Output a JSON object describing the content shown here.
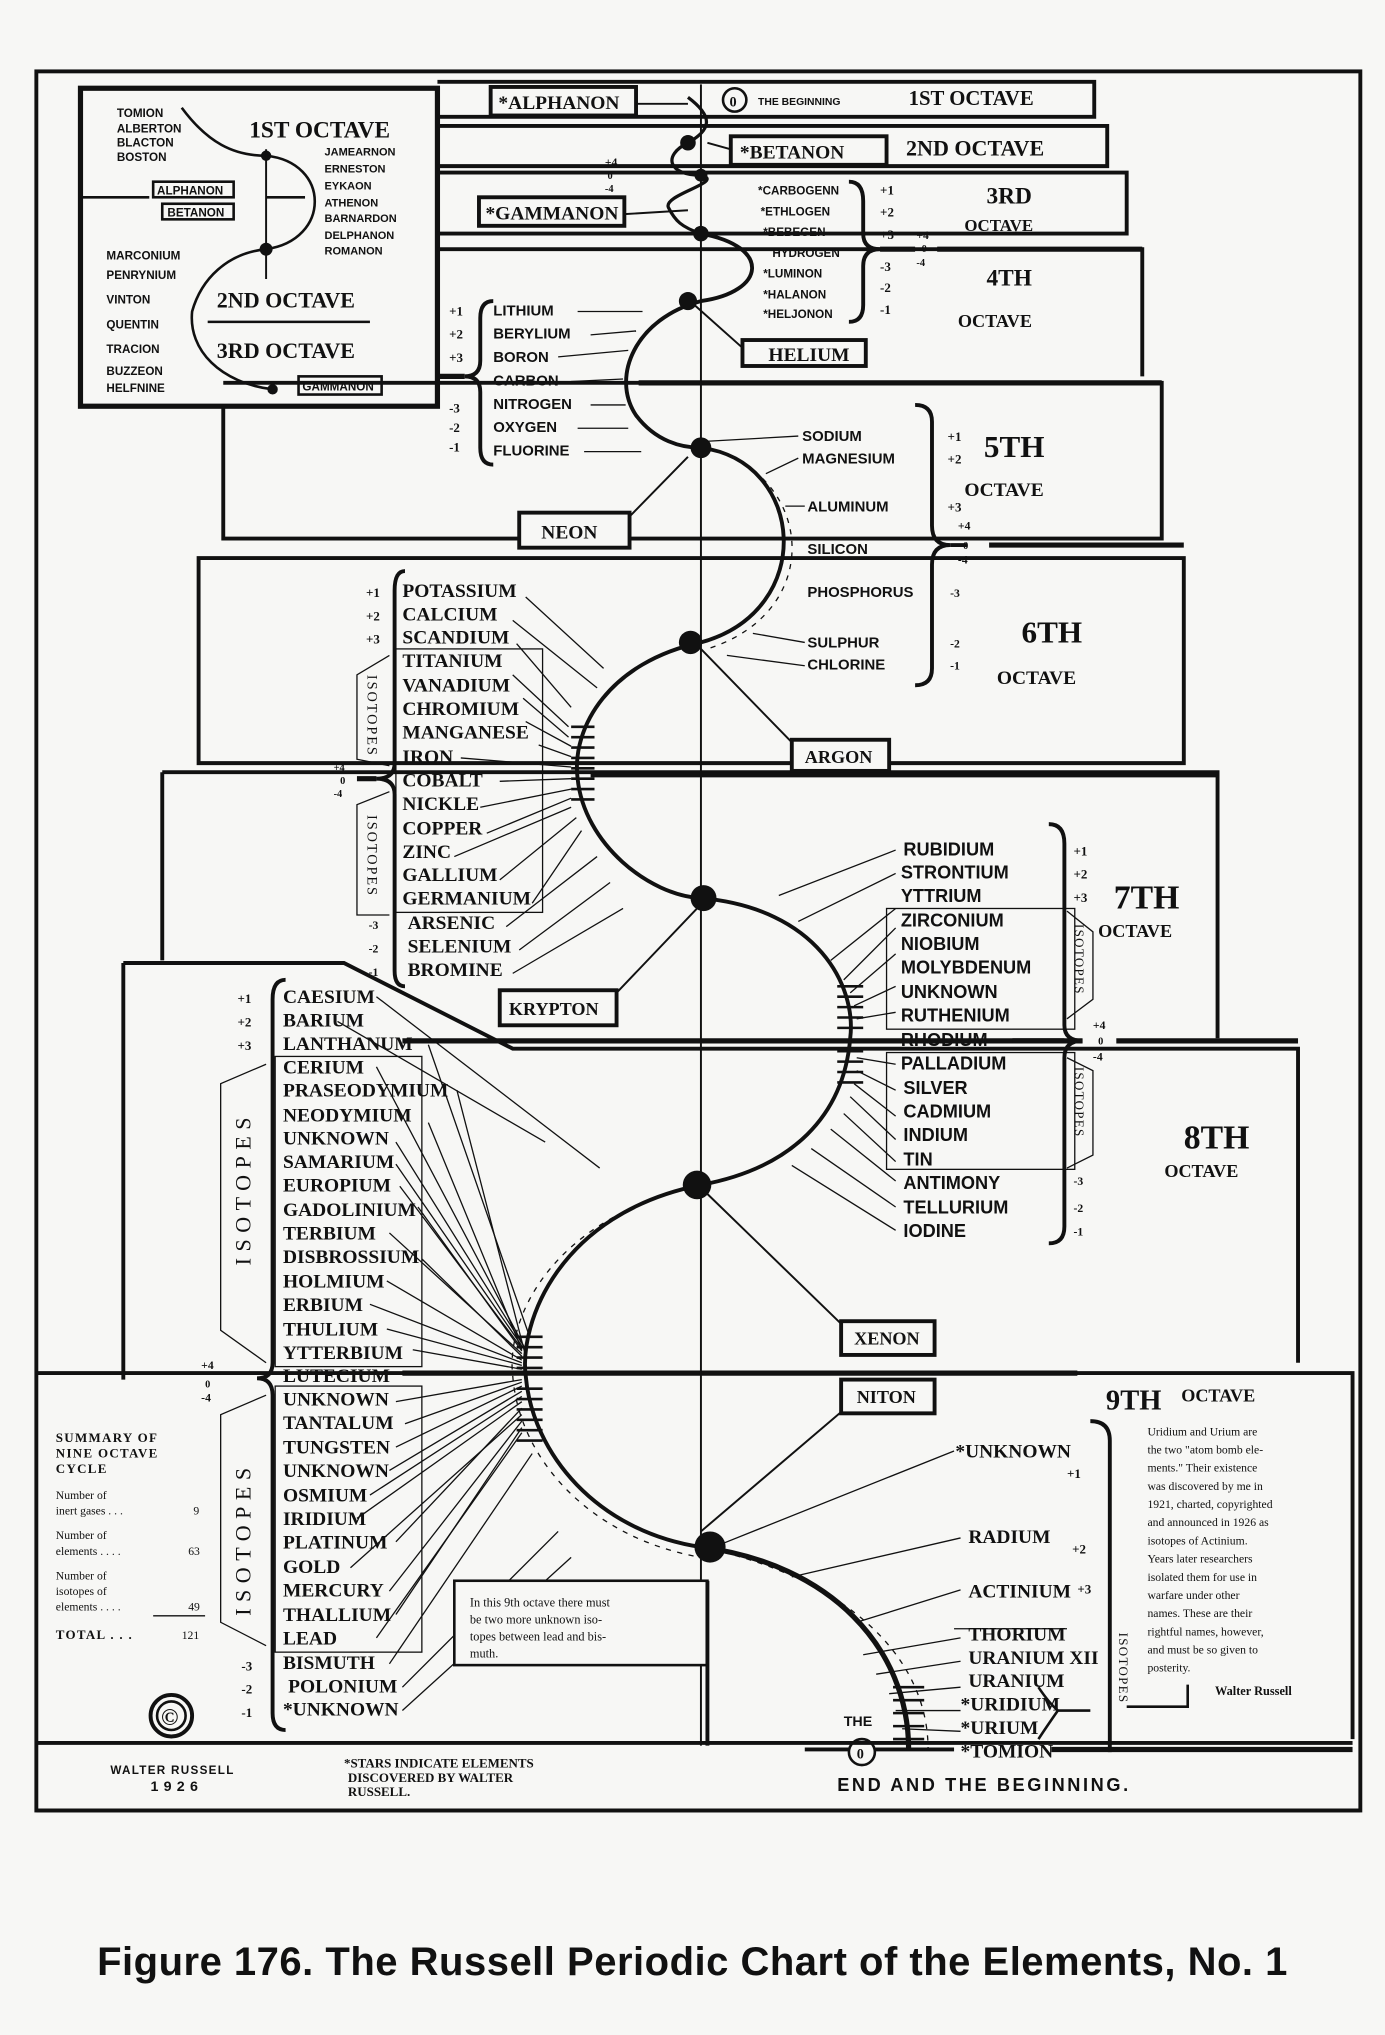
{
  "caption": "Figure 176. The Russell Periodic Chart of the Elements, No. 1",
  "colors": {
    "ink": "#111111",
    "paper": "#f7f7f5"
  },
  "inset": {
    "left_elements": [
      "TOMION",
      "ALBERTON",
      "BLACTON",
      "BOSTON"
    ],
    "boxes": [
      "ALPHANON",
      "BETANON",
      "GAMMANON"
    ],
    "right_elements": [
      "JAMEARNON",
      "ERNESTON",
      "EYKAON",
      "ATHENON",
      "BARNARDON",
      "DELPHANON",
      "ROMANON"
    ],
    "lower_elements": [
      "MARCONIUM",
      "PENRYNIUM",
      "VINTON",
      "QUENTIN",
      "TRACION",
      "BUZZEON",
      "HELFNINE"
    ],
    "octave1": "1ST OCTAVE",
    "octave2": "2ND OCTAVE",
    "octave3": "3RD OCTAVE"
  },
  "top": {
    "alphanon": "*ALPHANON",
    "betanon": "*BETANON",
    "gammanon": "*GAMMANON",
    "beginning_symbol": "0",
    "the_beginning": "THE BEGINNING",
    "oct1": "1ST OCTAVE",
    "oct2": "2ND OCTAVE",
    "oct3_num": "3RD",
    "oct3_word": "OCTAVE",
    "oct4_num": "4TH",
    "oct4_word": "OCTAVE",
    "valence_left": [
      "+4",
      "0",
      "-4"
    ],
    "oct3_elements": [
      "*CARBOGENN",
      "*ETHLOGEN",
      "*BEBEGEN",
      "HYDROGEN",
      "*LUMINON",
      "*HALANON",
      "*HELJONON"
    ],
    "oct3_valences": [
      "+1",
      "+2",
      "+3",
      "-3",
      "-2",
      "-1"
    ],
    "oct3_mid_valence": [
      "+4",
      "0",
      "-4"
    ]
  },
  "helium": "HELIUM",
  "oct4": {
    "elements": [
      "LITHIUM",
      "BERYLIUM",
      "BORON",
      "CARBON",
      "NITROGEN",
      "OXYGEN",
      "FLUORINE"
    ],
    "valences": [
      "+1",
      "+2",
      "+3",
      "-3",
      "-2",
      "-1"
    ]
  },
  "neon": "NEON",
  "oct5": {
    "elements": [
      "SODIUM",
      "MAGNESIUM",
      "ALUMINUM",
      "SILICON",
      "PHOSPHORUS",
      "SULPHUR",
      "CHLORINE"
    ],
    "valences": [
      "+1",
      "+2",
      "+3",
      "+4",
      "0",
      "-4",
      "-3",
      "-2",
      "-1"
    ],
    "num": "5TH",
    "word": "OCTAVE"
  },
  "oct6": {
    "num": "6TH",
    "word": "OCTAVE",
    "elements": [
      "POTASSIUM",
      "CALCIUM",
      "SCANDIUM",
      "TITANIUM",
      "VANADIUM",
      "CHROMIUM",
      "MANGANESE",
      "IRON",
      "COBALT",
      "NICKLE",
      "COPPER",
      "ZINC",
      "GALLIUM",
      "GERMANIUM",
      "ARSENIC",
      "SELENIUM",
      "BROMINE"
    ],
    "valences": [
      "+1",
      "+2",
      "+3",
      "+4",
      "0",
      "-4",
      "-3",
      "-2",
      "-1"
    ],
    "isotopes": "ISOTOPES"
  },
  "argon": "ARGON",
  "krypton": "KRYPTON",
  "oct7": {
    "num": "7TH",
    "word": "OCTAVE",
    "elements": [
      "RUBIDIUM",
      "STRONTIUM",
      "YTTRIUM",
      "ZIRCONIUM",
      "NIOBIUM",
      "MOLYBDENUM",
      "UNKNOWN",
      "RUTHENIUM",
      "RHODIUM",
      "PALLADIUM",
      "SILVER",
      "CADMIUM",
      "INDIUM",
      "TIN",
      "ANTIMONY",
      "TELLURIUM",
      "IODINE"
    ],
    "valences": [
      "+1",
      "+2",
      "+3",
      "+4",
      "0",
      "-4",
      "-3",
      "-2",
      "-1"
    ],
    "isotopes": "ISOTOPES"
  },
  "oct8": {
    "num": "8TH",
    "word": "OCTAVE",
    "elements": [
      "CAESIUM",
      "BARIUM",
      "LANTHANUM",
      "CERIUM",
      "PRASEODYMIUM",
      "NEODYMIUM",
      "UNKNOWN",
      "SAMARIUM",
      "EUROPIUM",
      "GADOLINIUM",
      "TERBIUM",
      "DISBROSSIUM",
      "HOLMIUM",
      "ERBIUM",
      "THULIUM",
      "YTTERBIUM",
      "LUTECIUM"
    ],
    "valences": [
      "+1",
      "+2",
      "+3"
    ],
    "isotopes": "ISOTOPES"
  },
  "xenon": "XENON",
  "niton": "NITON",
  "oct9": {
    "num": "9TH",
    "word": "OCTAVE",
    "left_elements": [
      "UNKNOWN",
      "TANTALUM",
      "TUNGSTEN",
      "UNKNOWN",
      "OSMIUM",
      "IRIDIUM",
      "PLATINUM",
      "GOLD",
      "MERCURY",
      "THALLIUM",
      "LEAD",
      "BISMUTH",
      "POLONIUM",
      "*UNKNOWN"
    ],
    "left_valences": [
      "+4",
      "0",
      "-4",
      "-3",
      "-2",
      "-1"
    ],
    "right_elements": [
      "*UNKNOWN",
      "RADIUM",
      "ACTINIUM",
      "THORIUM",
      "URANIUM XII",
      "URANIUM",
      "*URIDIUM",
      "*URIUM",
      "*TOMION"
    ],
    "right_valences": [
      "+1",
      "+2",
      "+3"
    ],
    "isotopes": "ISOTOPES",
    "note_lines": [
      "In this 9th octave there must",
      "be two more unknown iso-",
      "topes between lead and bis-",
      "muth."
    ],
    "atom_note_lines": [
      "Uridium and Urium are",
      "the two \"atom bomb ele-",
      "ments.\" Their existence",
      "was discovered by me in",
      "1921, charted, copyrighted",
      "and announced in 1926 as",
      "isotopes of Actinium.",
      "Years later researchers",
      "isolated them for use in",
      "warfare under other",
      "names. These are their",
      "rightful names, however,",
      "and must be so given to",
      "posterity."
    ],
    "atom_note_signature": "Walter Russell"
  },
  "summary": {
    "title_lines": [
      "SUMMARY OF",
      "NINE OCTAVE",
      "CYCLE"
    ],
    "rows": [
      {
        "label_lines": [
          "Number of",
          "inert gases . . ."
        ],
        "value": "9"
      },
      {
        "label_lines": [
          "Number of",
          "elements . . . ."
        ],
        "value": "63"
      },
      {
        "label_lines": [
          "Number of",
          "isotopes of",
          "elements . . . ."
        ],
        "value": "49"
      }
    ],
    "total_label": "TOTAL . . .",
    "total_value": "121"
  },
  "footer": {
    "copyright_symbol": "©",
    "author": "WALTER RUSSELL",
    "year": "1926",
    "stars_note_lines": [
      "*STARS INDICATE ELEMENTS",
      "DISCOVERED BY WALTER",
      "RUSSELL."
    ],
    "the": "THE",
    "end_symbol": "0",
    "end_and_beginning": "END AND THE BEGINNING."
  }
}
